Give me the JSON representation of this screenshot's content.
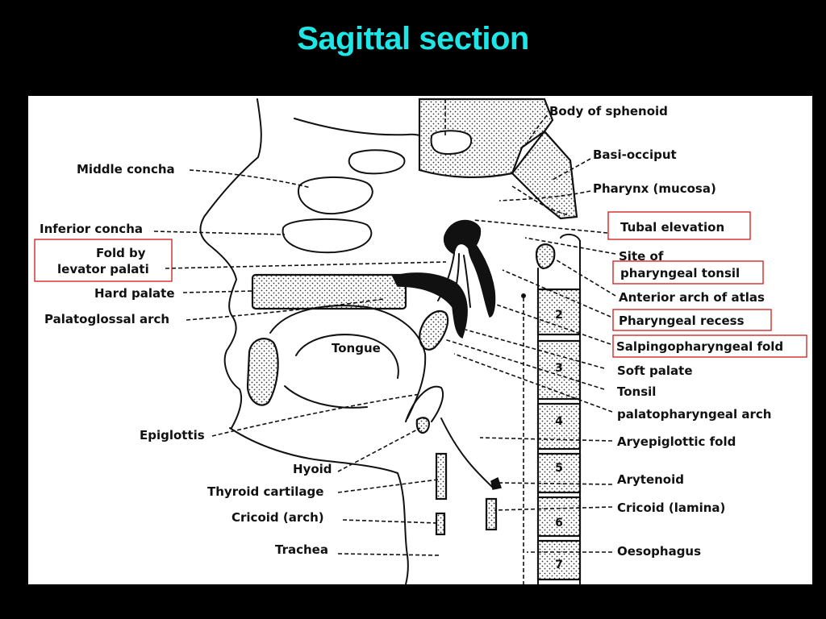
{
  "title": "Sagittal section",
  "colors": {
    "background": "#000000",
    "title": "#1ee6e6",
    "figure_background": "#ffffff",
    "highlight_box": "#d01818"
  },
  "labels": {
    "body_of_sphenoid": "Body of sphenoid",
    "basi_occiput": "Basi-occiput",
    "pharynx_mucosa": "Pharynx (mucosa)",
    "tubal_elevation": "Tubal elevation",
    "site_of": "Site of",
    "pharyngeal_tonsil": "pharyngeal tonsil",
    "anterior_arch_of_atlas": "Anterior arch of atlas",
    "pharyngeal_recess": "Pharyngeal recess",
    "salpingopharyngeal_fold": "Salpingopharyngeal fold",
    "soft_palate": "Soft palate",
    "tonsil": "Tonsil",
    "palatopharyngeal_arch": "palatopharyngeal arch",
    "aryepiglottic_fold": "Aryepiglottic fold",
    "arytenoid": "Arytenoid",
    "cricoid_lamina": "Cricoid (lamina)",
    "oesophagus": "Oesophagus",
    "middle_concha": "Middle concha",
    "inferior_concha": "Inferior concha",
    "fold_by": "Fold by",
    "levator_palati": "levator palati",
    "hard_palate": "Hard palate",
    "palatoglossal_arch": "Palatoglossal arch",
    "tongue": "Tongue",
    "epiglottis": "Epiglottis",
    "hyoid": "Hyoid",
    "thyroid_cartilage": "Thyroid cartilage",
    "cricoid_arch": "Cricoid (arch)",
    "trachea": "Trachea"
  },
  "vertebra_numbers": [
    "2",
    "3",
    "4",
    "5",
    "6",
    "7"
  ],
  "highlighted_labels": [
    "tubal_elevation",
    "pharyngeal_tonsil",
    "pharyngeal_recess",
    "salpingopharyngeal_fold",
    "fold_by_levator_palati"
  ]
}
